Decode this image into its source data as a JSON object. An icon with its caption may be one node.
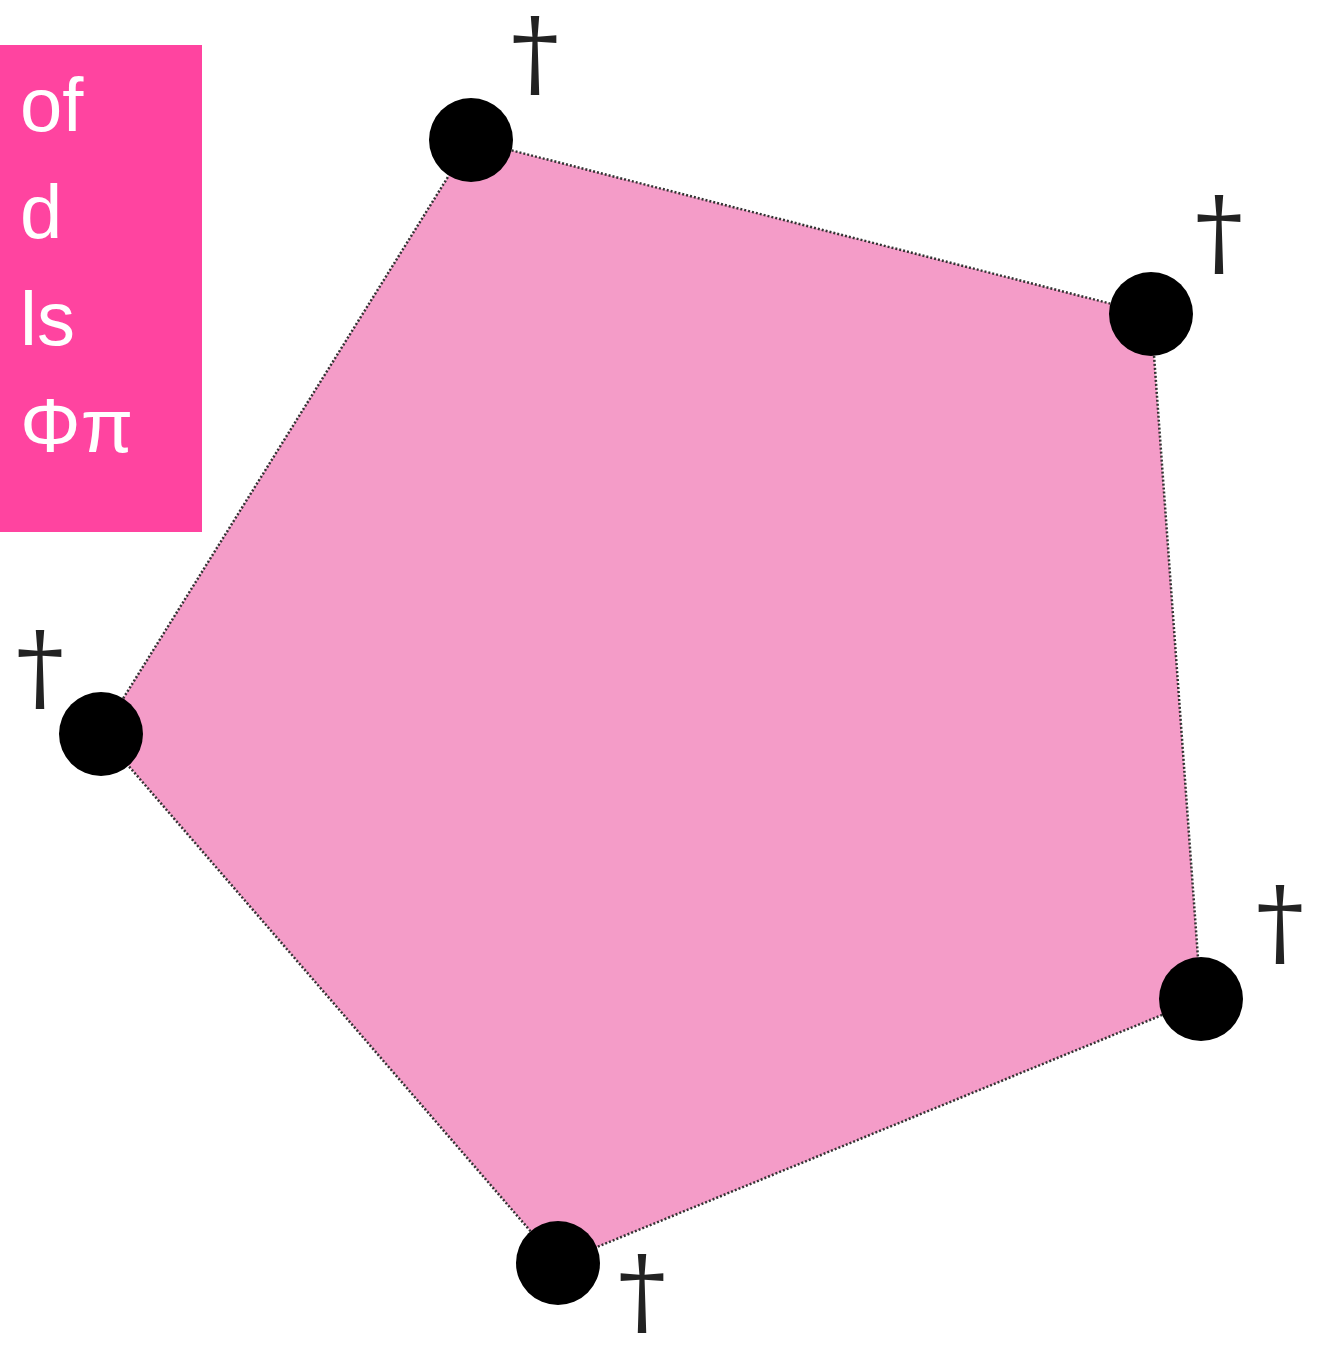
{
  "diagram": {
    "nodes": [
      {
        "text": [
          "of d ls Φπ"
        ]
      },
      {
        "text": [],
        "shape": "circle",
        "beside": [
          "†"
        ]
      },
      {
        "text": [],
        "shape": "circle",
        "beside": [
          "†"
        ]
      },
      {
        "text": [],
        "shape": "circle",
        "beside": [
          "†"
        ]
      },
      {
        "text": [],
        "shape": "circle",
        "beside": [
          "†"
        ]
      },
      {
        "text": [],
        "shape": "circle",
        "beside": [
          "†"
        ]
      }
    ],
    "edges": [
      {
        "from": 1,
        "to": 2,
        "arrow": "none",
        "style": "dashed"
      },
      {
        "from": 2,
        "to": 4,
        "arrow": "none",
        "style": "dashed"
      },
      {
        "from": 4,
        "to": 5,
        "arrow": "none",
        "style": "dashed"
      },
      {
        "from": 5,
        "to": 3,
        "arrow": "none",
        "style": "dashed"
      },
      {
        "from": 3,
        "to": 1,
        "arrow": "none",
        "style": "dashed"
      }
    ]
  }
}
